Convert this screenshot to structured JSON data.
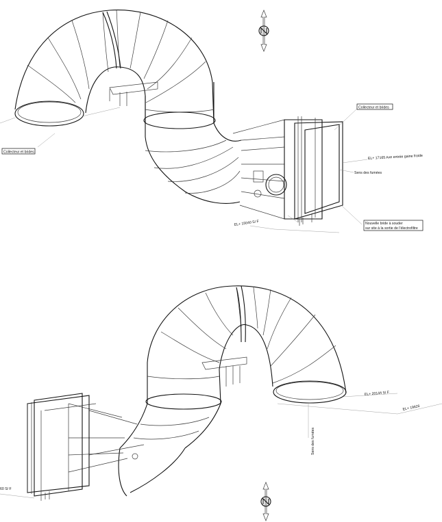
{
  "top_view": {
    "labels": {
      "collecteur_left": "Collecteur et brides",
      "collecteur_right": "Collecteur et brides",
      "elevation_inlet": "EL+ 17165 Axe entrée gaine froide",
      "sens_fumees": "Sens des fumées",
      "elevation_bottom": "EL+ 15040 S/ F",
      "nouvelle_bride_line1": "Nouvelle bride à souder",
      "nouvelle_bride_line2": "sur site à la sortie de l'électrofiltre"
    }
  },
  "bottom_view": {
    "labels": {
      "elevation_flange": "EL+ 20144 S/ F",
      "elevation_right": "EL+ 19626",
      "sens_fumees": "Sens des fumées",
      "elevation_left": "60 S/ F"
    }
  },
  "icons": [
    "north-compass-icon-top",
    "north-compass-icon-bottom"
  ]
}
